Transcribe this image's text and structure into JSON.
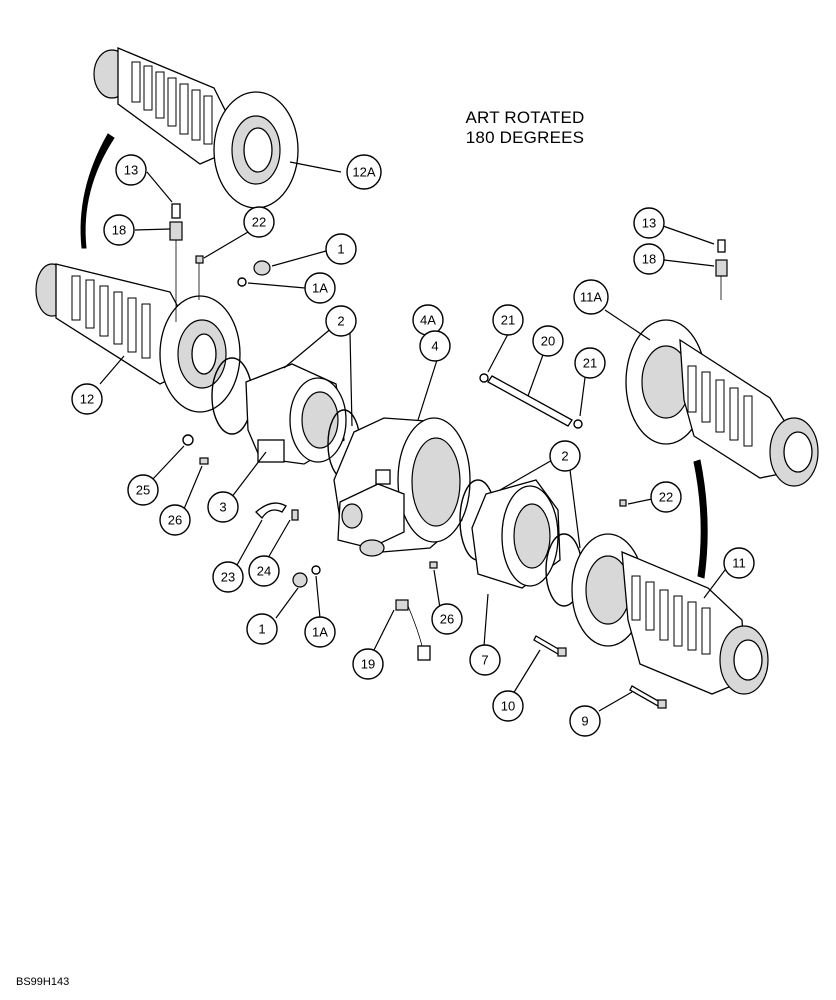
{
  "note": {
    "line1": "ART ROTATED",
    "line2": "180 DEGREES"
  },
  "figure_id": "BS99H143",
  "callouts": [
    {
      "id": "c-12a",
      "label": "12A"
    },
    {
      "id": "c-13-left",
      "label": "13"
    },
    {
      "id": "c-18-left",
      "label": "18"
    },
    {
      "id": "c-22-left",
      "label": "22"
    },
    {
      "id": "c-1-top",
      "label": "1"
    },
    {
      "id": "c-1a-top",
      "label": "1A"
    },
    {
      "id": "c-12",
      "label": "12"
    },
    {
      "id": "c-2-left",
      "label": "2"
    },
    {
      "id": "c-4a",
      "label": "4A"
    },
    {
      "id": "c-4",
      "label": "4"
    },
    {
      "id": "c-21-left",
      "label": "21"
    },
    {
      "id": "c-20",
      "label": "20"
    },
    {
      "id": "c-21-right",
      "label": "21"
    },
    {
      "id": "c-13-right",
      "label": "13"
    },
    {
      "id": "c-18-right",
      "label": "18"
    },
    {
      "id": "c-11a",
      "label": "11A"
    },
    {
      "id": "c-25",
      "label": "25"
    },
    {
      "id": "c-26-left",
      "label": "26"
    },
    {
      "id": "c-3",
      "label": "3"
    },
    {
      "id": "c-2-right",
      "label": "2"
    },
    {
      "id": "c-22-right",
      "label": "22"
    },
    {
      "id": "c-11",
      "label": "11"
    },
    {
      "id": "c-23",
      "label": "23"
    },
    {
      "id": "c-24",
      "label": "24"
    },
    {
      "id": "c-1-bottom",
      "label": "1"
    },
    {
      "id": "c-1a-bottom",
      "label": "1A"
    },
    {
      "id": "c-26-right",
      "label": "26"
    },
    {
      "id": "c-19",
      "label": "19"
    },
    {
      "id": "c-7",
      "label": "7"
    },
    {
      "id": "c-10",
      "label": "10"
    },
    {
      "id": "c-9",
      "label": "9"
    }
  ]
}
